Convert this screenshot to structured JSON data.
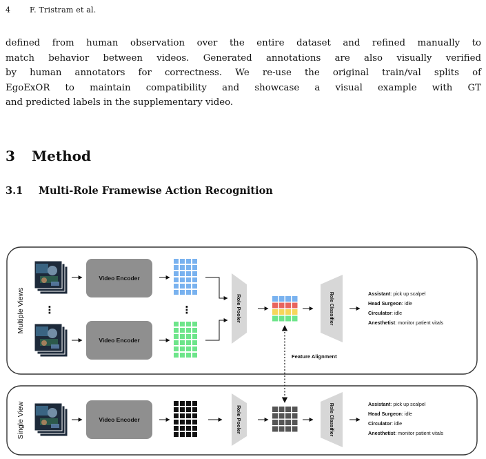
{
  "header": {
    "page_number": "4",
    "authors": "F. Tristram et al."
  },
  "paragraph": {
    "lines": [
      "defined from human observation over the entire dataset and refined manually to",
      "match behavior between videos. Generated annotations are also visually verified",
      "by human annotators for correctness. We re-use the original train/val splits of",
      "EgoExOR to maintain compatibility and showcase a visual example with GT",
      "and predicted labels in the supplementary video."
    ]
  },
  "section": {
    "number": "3",
    "title": "Method"
  },
  "subsection": {
    "number": "3.1",
    "title": "Multi-Role Framewise Action Recognition"
  },
  "figure": {
    "multi_panel_label": "Multiple Views",
    "single_panel_label": "Single View",
    "encoder_label": "Video Encoder",
    "pooler_label": "Role Pooler",
    "classifier_label": "Role Classifier",
    "ellipsis": "⋮",
    "alignment_label": "Feature Alignment",
    "multi_outputs": [
      {
        "role": "Assistant",
        "action": ": pick up scalpel"
      },
      {
        "role": "Head Surgeon",
        "action": ": idle"
      },
      {
        "role": "Circulator",
        "action": ": idle"
      },
      {
        "role": "Anesthetist",
        "action": ": monitor patient vitals"
      }
    ],
    "single_outputs": [
      {
        "role": "Assistant",
        "action": ": pick up scalpel"
      },
      {
        "role": "Head Surgeon",
        "action": ": idle"
      },
      {
        "role": "Circulator",
        "action": ": idle"
      },
      {
        "role": "Anesthetist",
        "action": ": monitor patient vitals"
      }
    ],
    "colors": {
      "blue": "#79b2ef",
      "green": "#6de58a",
      "red": "#e8645e",
      "yellow": "#f6d65a",
      "black": "#111111",
      "dark_gray": "#555555",
      "encoder_gray": "#8f8f8f",
      "trap_gray": "#d7d7d7"
    }
  }
}
